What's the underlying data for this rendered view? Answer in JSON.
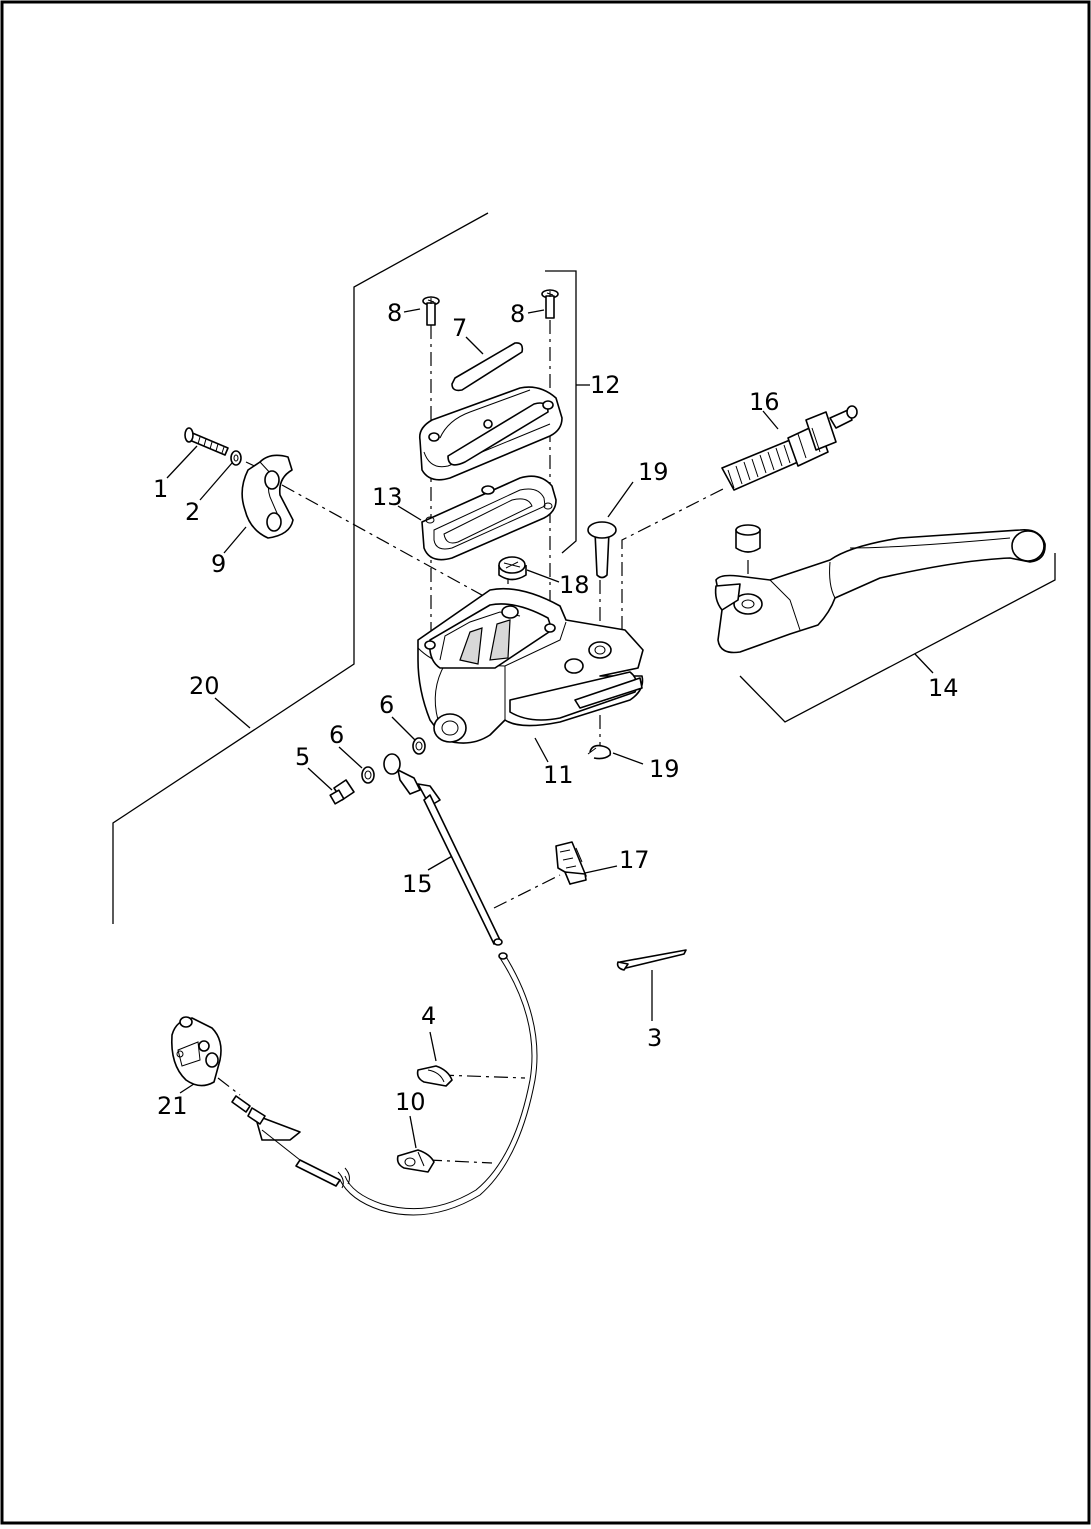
{
  "diagram": {
    "labels": {
      "p1": "1",
      "p2": "2",
      "p3": "3",
      "p4": "4",
      "p5": "5",
      "p6a": "6",
      "p6b": "6",
      "p7": "7",
      "p8a": "8",
      "p8b": "8",
      "p9": "9",
      "p10": "10",
      "p11": "11",
      "p12": "12",
      "p13": "13",
      "p14": "14",
      "p15": "15",
      "p16": "16",
      "p17": "17",
      "p18": "18",
      "p19a": "19",
      "p19b": "19",
      "p20": "20",
      "p21": "21"
    }
  }
}
